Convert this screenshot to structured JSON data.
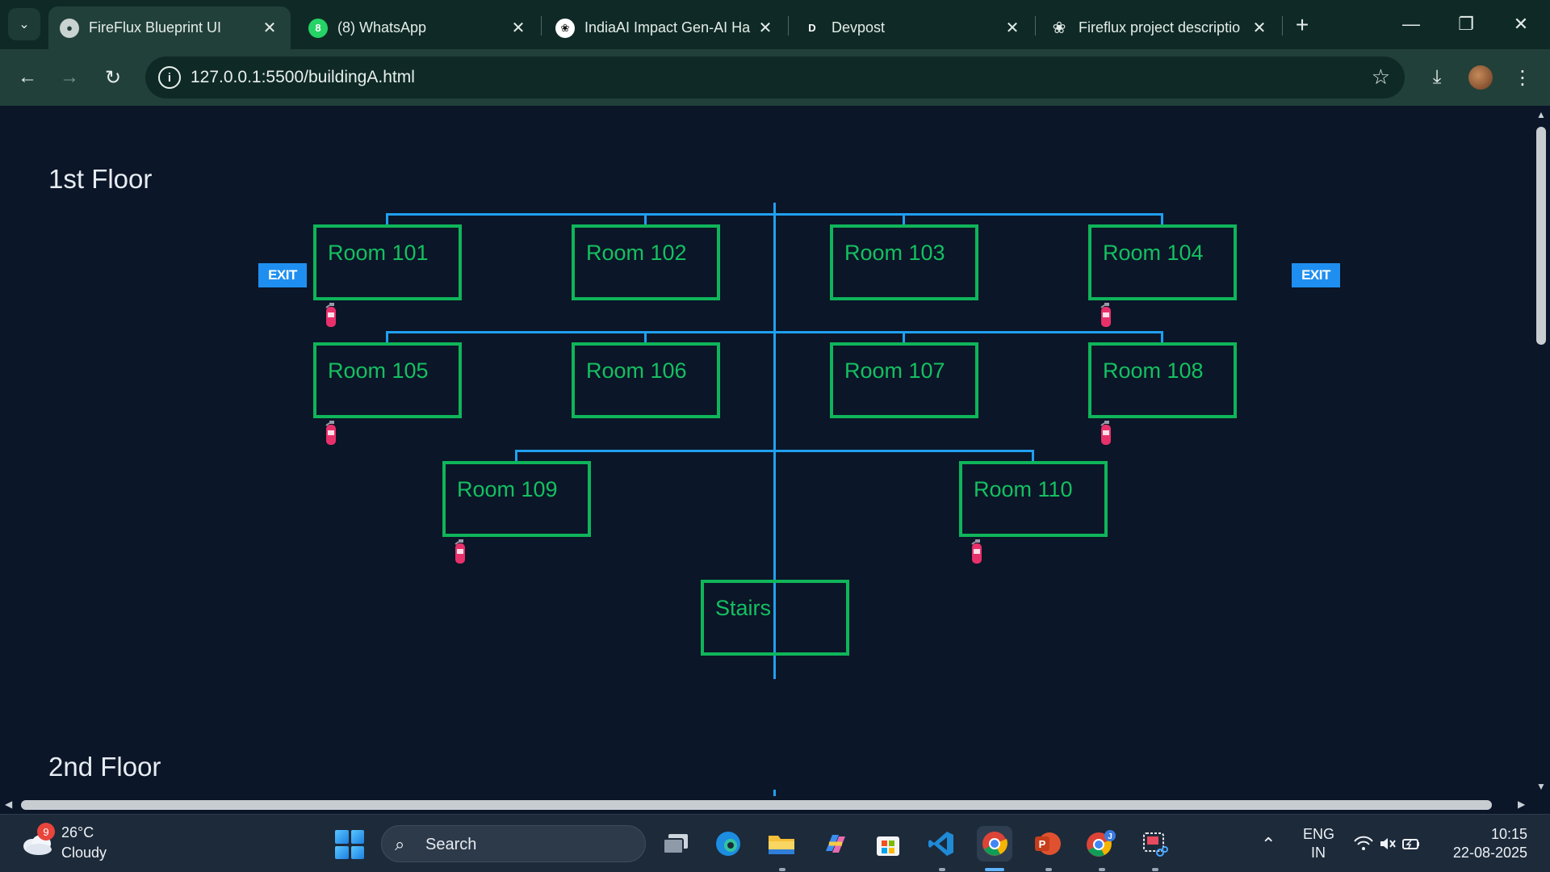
{
  "browser": {
    "tabs": [
      {
        "title": "FireFlux Blueprint UI",
        "icon": "globe-icon",
        "active": true
      },
      {
        "title": "(8) WhatsApp",
        "icon": "whatsapp-icon",
        "active": false
      },
      {
        "title": "IndiaAI Impact Gen-AI Ha",
        "icon": "openai-icon",
        "active": false
      },
      {
        "title": "Devpost",
        "icon": "devpost-icon",
        "active": false
      },
      {
        "title": "Fireflux project descriptio",
        "icon": "openai-icon",
        "active": false
      }
    ],
    "devpost_letter": "D",
    "url": "127.0.0.1:5500/buildingA.html"
  },
  "page": {
    "floor1_title": "1st Floor",
    "floor2_title": "2nd Floor",
    "exit_label": "EXIT",
    "rooms": [
      "Room 101",
      "Room 102",
      "Room 103",
      "Room 104",
      "Room 105",
      "Room 106",
      "Room 107",
      "Room 108",
      "Room 109",
      "Room 110"
    ],
    "stairs_label": "Stairs",
    "colors": {
      "line": "#20a0f0",
      "room_border": "#0fb55a",
      "room_text": "#14c060",
      "exit_bg": "#1e8ff0",
      "extinguisher": "#e8306a"
    }
  },
  "taskbar": {
    "weather_temp": "26°C",
    "weather_desc": "Cloudy",
    "weather_badge": "9",
    "search_placeholder": "Search",
    "lang_top": "ENG",
    "lang_bottom": "IN",
    "time": "10:15",
    "date": "22-08-2025",
    "chrome_badge": "J",
    "powerpoint_letter": "P"
  }
}
